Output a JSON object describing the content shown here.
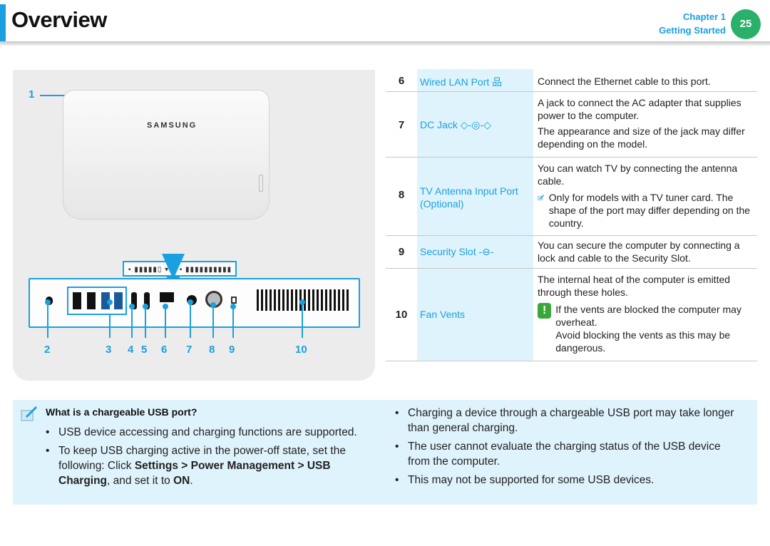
{
  "header": {
    "title": "Overview",
    "chapter": "Chapter 1",
    "section": "Getting Started",
    "page": "25"
  },
  "diagram": {
    "brand": "SAMSUNG",
    "callout_top": "1",
    "callouts": [
      "2",
      "3",
      "4",
      "5",
      "6",
      "7",
      "8",
      "9",
      "10"
    ]
  },
  "table": {
    "rows": [
      {
        "num": "6",
        "label": "Wired LAN Port",
        "icon": "lan-port-icon",
        "desc": [
          "Connect the Ethernet cable to this port."
        ]
      },
      {
        "num": "7",
        "label": "DC Jack",
        "icon": "dc-jack-icon",
        "desc": [
          "A jack to connect the AC adapter that supplies power to the computer.",
          "The appearance and size of the jack may differ depending on the model."
        ]
      },
      {
        "num": "8",
        "label": "TV Antenna Input Port (Optional)",
        "desc": [
          "You can watch TV by connecting the antenna cable."
        ],
        "note": "Only for models with a TV tuner card. The shape of the port may differ depending on the country."
      },
      {
        "num": "9",
        "label": "Security Slot",
        "icon": "security-slot-icon",
        "desc": [
          "You can secure the computer by connecting a lock and cable to the Security Slot."
        ]
      },
      {
        "num": "10",
        "label": "Fan Vents",
        "desc": [
          "The internal heat of the computer is emitted through these holes."
        ],
        "warning": "If the vents are blocked the computer may overheat.",
        "warning2": "Avoid blocking the vents as this may be dangerous."
      }
    ]
  },
  "note": {
    "title": "What is a chargeable USB port?",
    "left_items": [
      "USB device accessing and charging functions are supported.",
      "To keep USB charging active in the power-off state, set the following: Click "
    ],
    "left_item2_bold1": "Settings > Power Management > USB Charging",
    "left_item2_mid": ", and set it to ",
    "left_item2_bold2": "ON",
    "left_item2_end": ".",
    "right_items": [
      "Charging a device through a chargeable USB port may take longer than general charging.",
      "The user cannot evaluate the charging status of the USB device from the computer.",
      "This may not be supported for some USB devices."
    ]
  },
  "colors": {
    "accent": "#1aa0e0",
    "badge": "#29b06a",
    "panel": "#dff3fc",
    "warning": "#38a83a"
  }
}
